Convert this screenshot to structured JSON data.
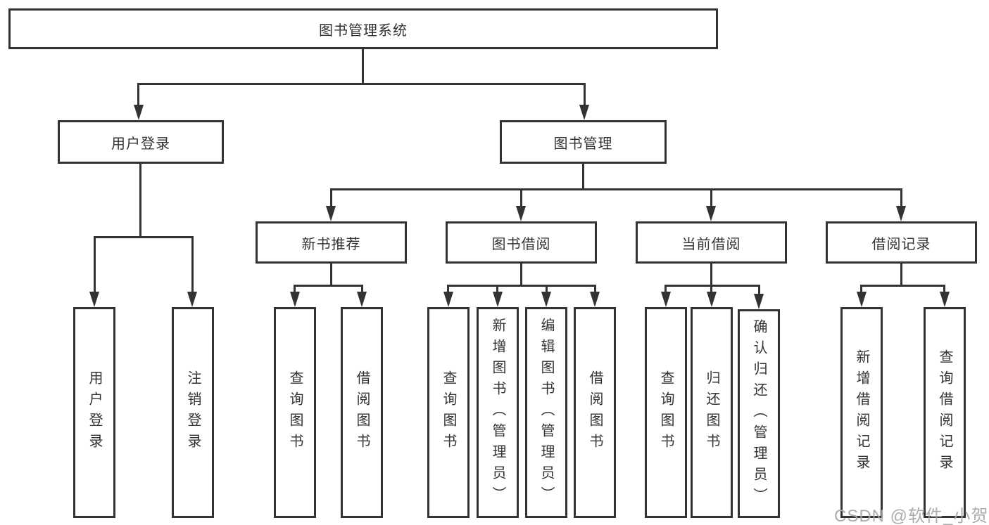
{
  "tree": {
    "root": {
      "label": "图书管理系统",
      "children": [
        {
          "label": "用户登录",
          "children": [
            {
              "label": "用户登录"
            },
            {
              "label": "注销登录"
            }
          ]
        },
        {
          "label": "图书管理",
          "children": [
            {
              "label": "新书推荐",
              "children": [
                {
                  "label": "查询图书"
                },
                {
                  "label": "借阅图书"
                }
              ]
            },
            {
              "label": "图书借阅",
              "children": [
                {
                  "label": "查询图书"
                },
                {
                  "label": "新增图书（管理员）"
                },
                {
                  "label": "编辑图书（管理员）"
                },
                {
                  "label": "借阅图书"
                }
              ]
            },
            {
              "label": "当前借阅",
              "children": [
                {
                  "label": "查询图书"
                },
                {
                  "label": "归还图书"
                },
                {
                  "label": "确认归还（管理员）"
                }
              ]
            },
            {
              "label": "借阅记录",
              "children": [
                {
                  "label": "新增借阅记录"
                },
                {
                  "label": "查询借阅记录"
                }
              ]
            }
          ]
        }
      ]
    }
  },
  "watermark": "CSDN @软件_小贺同学",
  "colors": {
    "line": "#333333",
    "box_border": "#333333",
    "text": "#333333",
    "watermark": "#a8a8a8",
    "background": "#ffffff"
  }
}
